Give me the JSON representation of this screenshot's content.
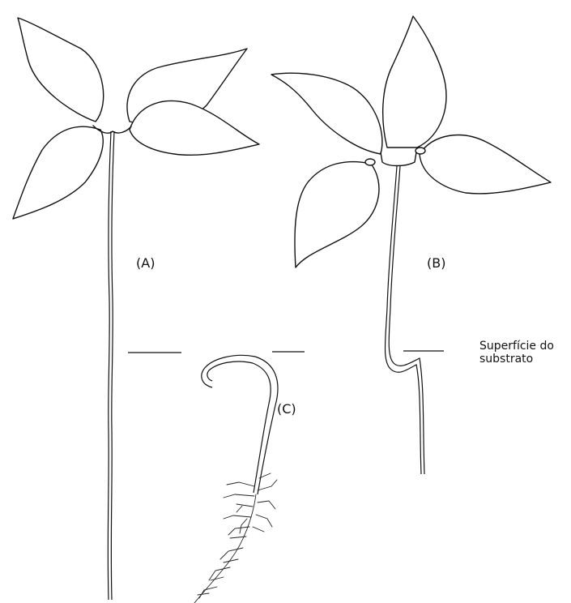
{
  "labels": {
    "a": "(A)",
    "b": "(B)",
    "c": "(C)"
  },
  "substrate_label": {
    "line1": "Superfície do",
    "line2": "substrato"
  },
  "colors": {
    "ink": "#111111",
    "paper": "#ffffff"
  }
}
